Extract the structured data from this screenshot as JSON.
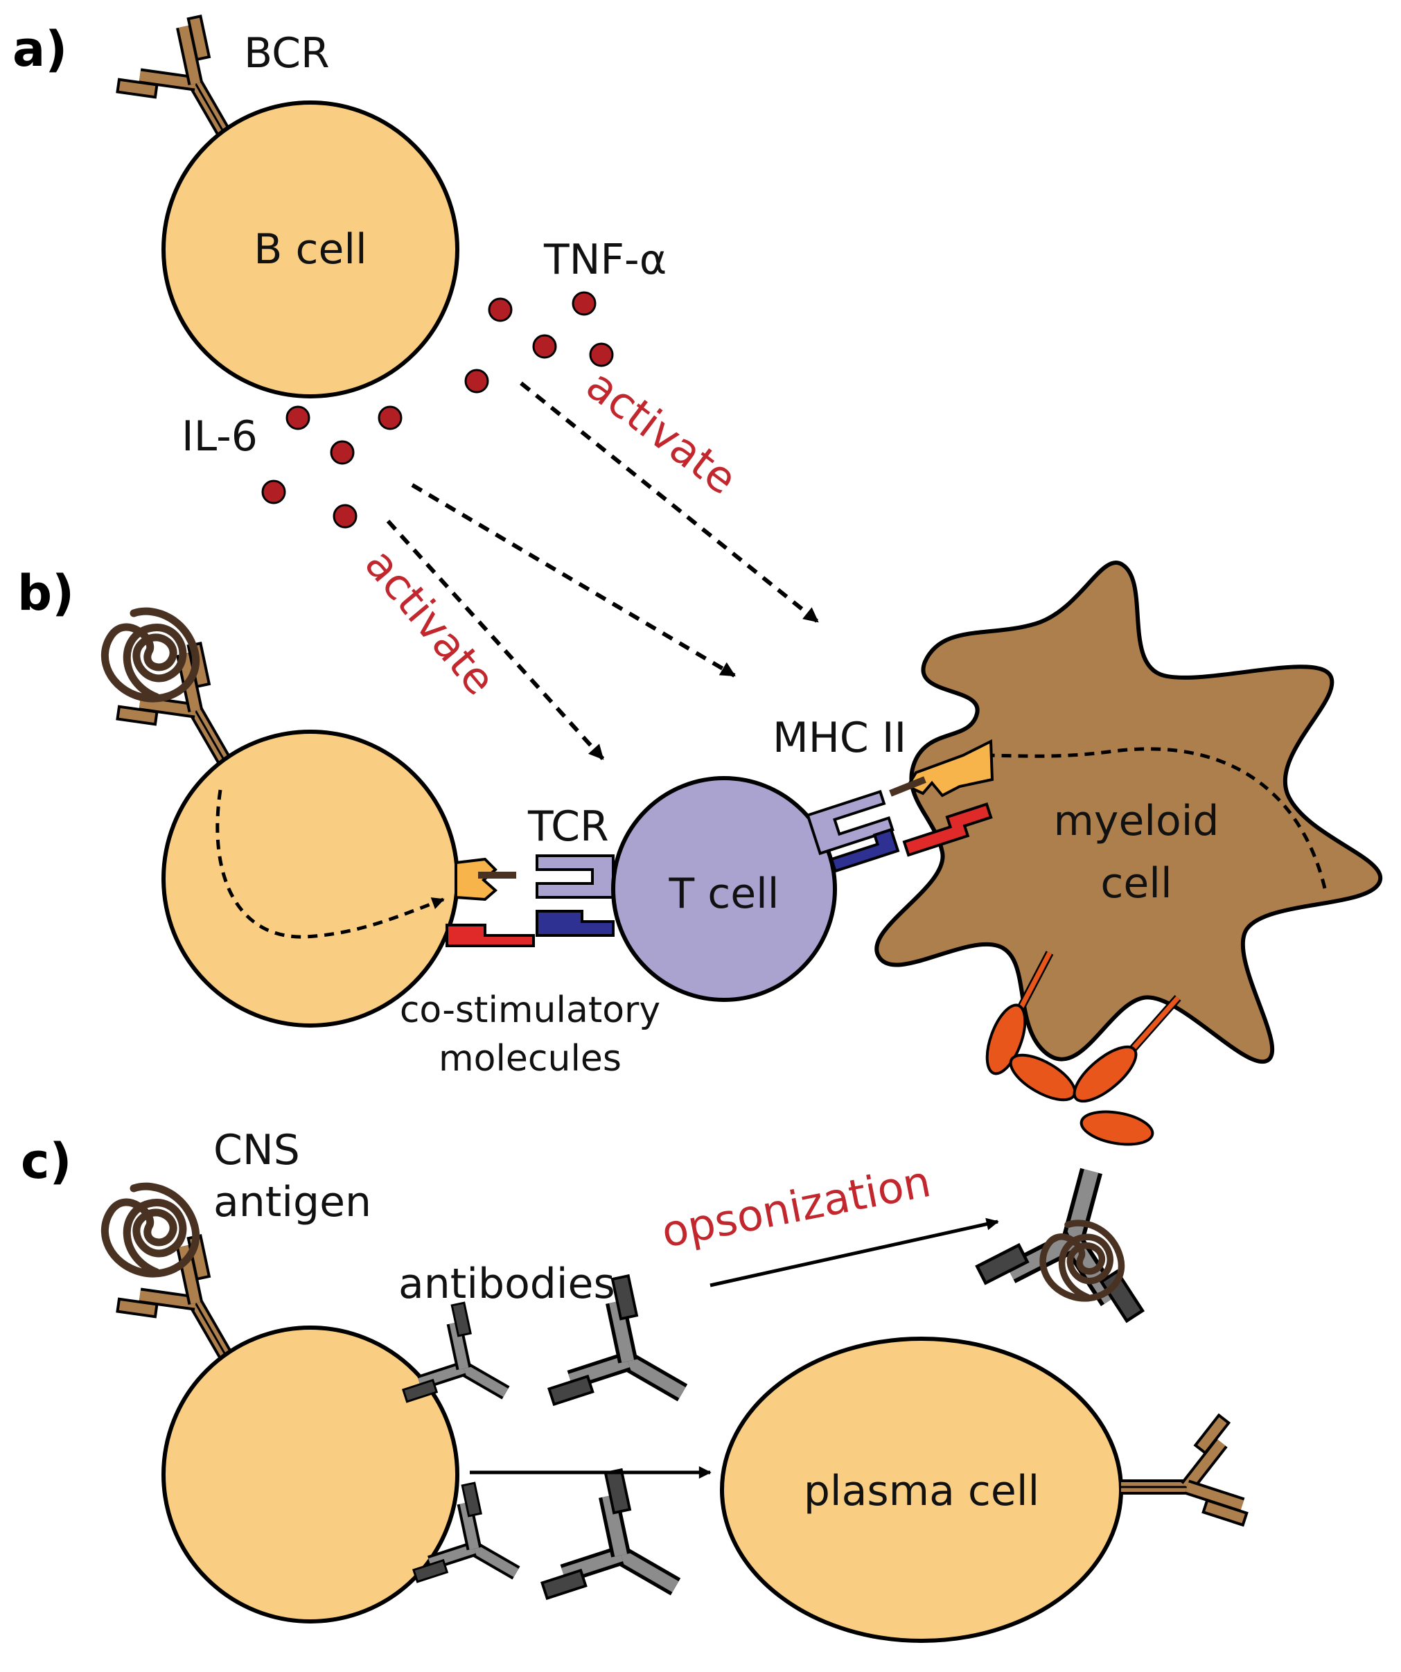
{
  "panels": {
    "a": "a)",
    "b": "b)",
    "c": "c)"
  },
  "labels": {
    "bcr": "BCR",
    "b_cell": "B cell",
    "tnf": "TNF-α",
    "il6": "IL-6",
    "activate_1": "activate",
    "activate_2": "activate",
    "mhc": "MHC II",
    "tcr": "TCR",
    "t_cell": "T cell",
    "myeloid_line1": "myeloid",
    "myeloid_line2": "cell",
    "costim_line1": "co-stimulatory",
    "costim_line2": "molecules",
    "cns_line1": "CNS",
    "cns_line2": "antigen",
    "antibodies": "antibodies",
    "opsonization": "opsonization",
    "plasma_cell": "plasma cell"
  },
  "colors": {
    "cell_fill": "#f9ce82",
    "t_cell_fill": "#aaa3d0",
    "myeloid_fill": "#ad7f4d",
    "receptor_brown": "#ad7f4d",
    "cytokine": "#b11f24",
    "accent_red": "#c1272d",
    "antibody_gray": "#8c8c8c",
    "receptor_lavender": "#aaa3d0",
    "receptor_navy": "#2e3192",
    "costim_red": "#e02a2a",
    "antigen_brown": "#4a3223",
    "fc_receptor_orange": "#e8561c",
    "mhc_peptide": "#f7b44a"
  }
}
